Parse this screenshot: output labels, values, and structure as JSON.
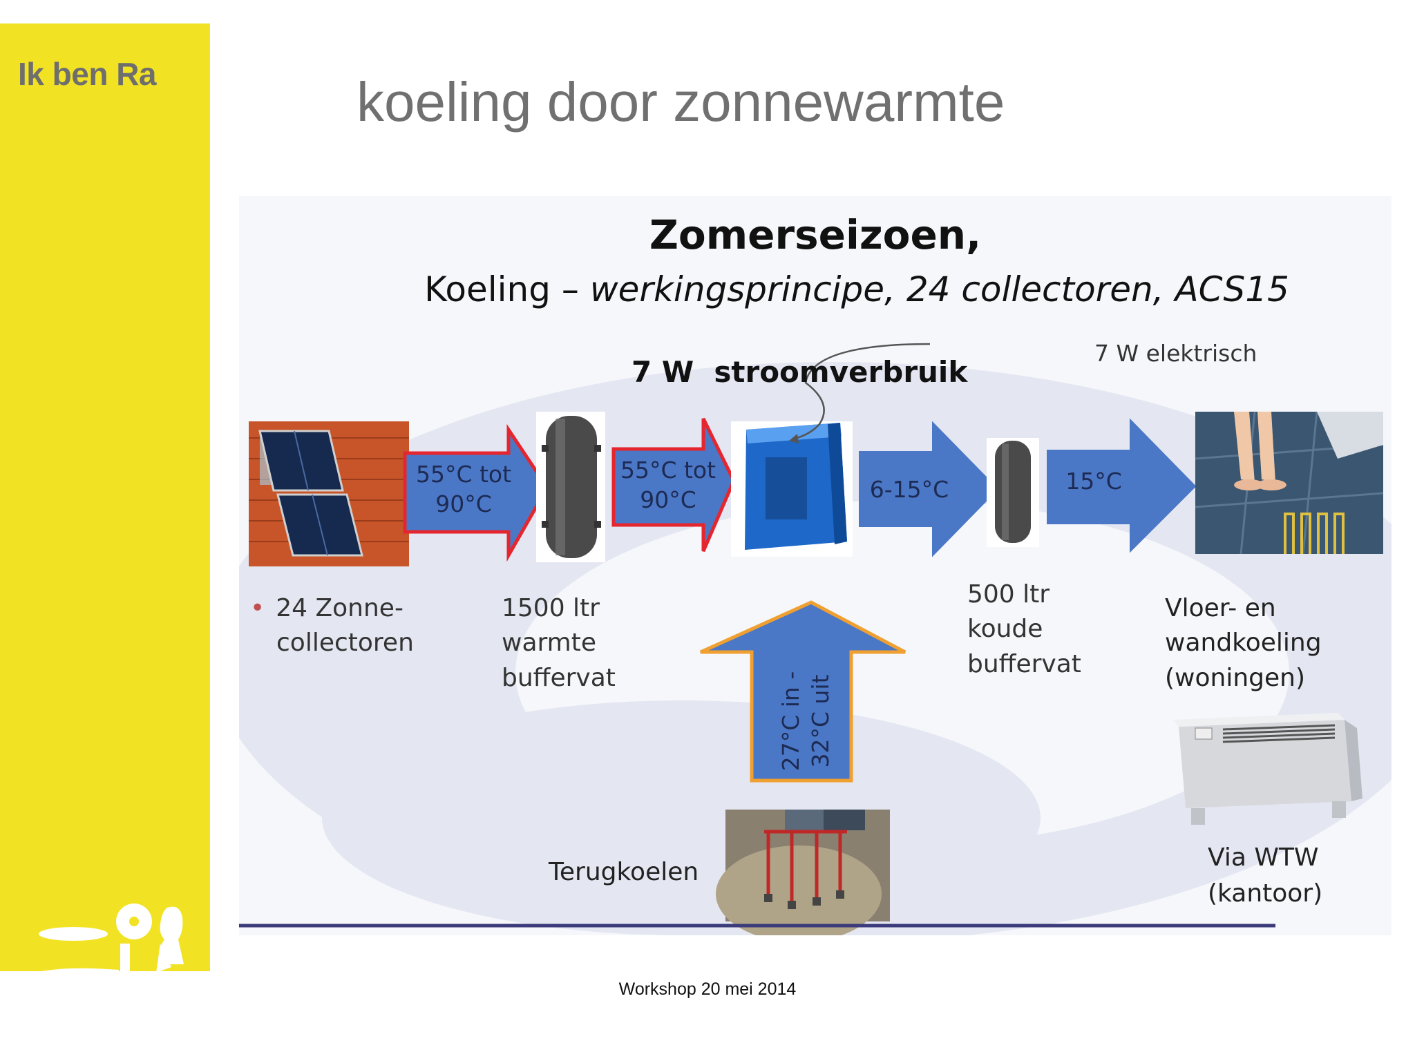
{
  "brand": {
    "text": "Ik ben Ra"
  },
  "slide": {
    "title": "koeling door zonnewarmte"
  },
  "diagram": {
    "heading": "Zomerseizoen,",
    "subheading_plain": "Koeling – ",
    "subheading_italic": "werkingsprincipe, 24 collectoren, ACS15",
    "power_label": "7 W  stroomverbruik",
    "electric_label": "7 W elektrisch",
    "arrows": {
      "a1_line1": "55°C tot",
      "a1_line2": "90°C",
      "a2_line1": "55°C tot",
      "a2_line2": "90°C",
      "a3": "6-15°C",
      "a4": "15°C",
      "up_line1": "27°C in -",
      "up_line2": "32°C uit"
    },
    "captions": {
      "collectors_bullet": "•",
      "collectors_l1": "24 Zonne-",
      "collectors_l2": "collectoren",
      "warm_l1": "1500 ltr",
      "warm_l2": "warmte",
      "warm_l3": "buffervat",
      "cold_l1": "500 ltr",
      "cold_l2": "koude",
      "cold_l3": "buffervat",
      "floor_l1": "Vloer- en",
      "floor_l2": "wandkoeling",
      "floor_l3": "(woningen)",
      "return": "Terugkoelen",
      "wtw_l1": "Via WTW",
      "wtw_l2": "(kantoor)"
    }
  },
  "footer": {
    "text": "Workshop 20 mei 2014"
  },
  "colors": {
    "sidebar": "#f2e224",
    "arrow_fill": "#4b78c6",
    "arrow_red_border": "#e5262e",
    "arrow_orange_border": "#f0a030",
    "machine_blue": "#1d68c8"
  }
}
